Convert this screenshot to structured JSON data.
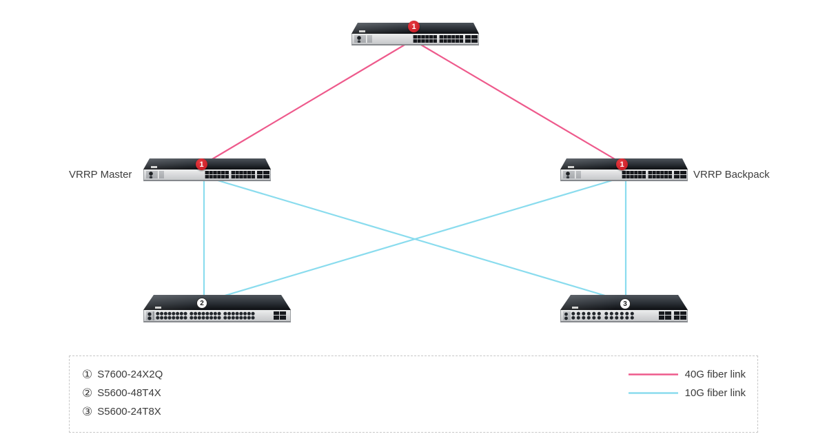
{
  "diagram": {
    "nodes": {
      "core": {
        "badge": "1"
      },
      "master": {
        "badge": "1",
        "label": "VRRP Master"
      },
      "backup": {
        "badge": "1",
        "label": "VRRP Backpack"
      },
      "access48": {
        "badge": "2"
      },
      "access24": {
        "badge": "3"
      }
    }
  },
  "legend": {
    "devices": [
      {
        "marker": "①",
        "label": "S7600-24X2Q"
      },
      {
        "marker": "②",
        "label": "S5600-48T4X"
      },
      {
        "marker": "③",
        "label": "S5600-24T8X"
      }
    ],
    "links": [
      {
        "label": "40G fiber link",
        "color": "#ee5a8c"
      },
      {
        "label": "10G fiber link",
        "color": "#8adcee"
      }
    ]
  }
}
